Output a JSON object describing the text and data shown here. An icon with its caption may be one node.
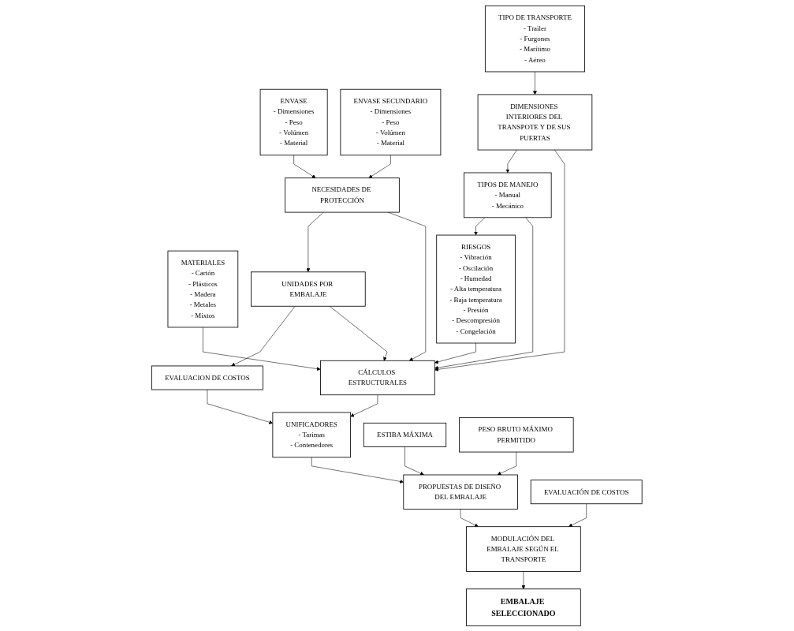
{
  "diagram": {
    "nodes": [
      {
        "text": [
          "ENVASE",
          "- Dimensiones",
          "- Peso",
          "- Volúmen",
          "- Material"
        ]
      },
      {
        "text": [
          "ENVASE SECUNDARIO",
          "- Dimensiones",
          "- Peso",
          "- Volúmen",
          "- Material"
        ]
      },
      {
        "text": [
          "MATERIALES",
          "- Cartón",
          "- Plásticos",
          "- Madera",
          "- Metales",
          "- Mixtos"
        ]
      },
      {
        "text": [
          "TIPO DE TRANSPORTE",
          "- Trailer",
          "- Furgones",
          "- Marítimo",
          "- Aéreo"
        ]
      },
      {
        "text": [
          "NECESIDADES DE PROTECCIÓN"
        ]
      },
      {
        "text": [
          "CÁLCULOS ESTRUCTURALES"
        ]
      },
      {
        "text": [
          "DIMENSIONES INTERIORES DEL TRANSPOTE Y DE SUS PUERTAS"
        ]
      },
      {
        "text": [
          "UNIDADES POR EMBALAJE"
        ]
      },
      {
        "text": [
          "EVALUACION DE COSTOS"
        ]
      },
      {
        "text": [
          "UNIFICADORES",
          "- Tarimas",
          "- Contenedores"
        ]
      },
      {
        "text": [
          "TIPOS DE MANEJO",
          "- Manual",
          "- Mecánico"
        ]
      },
      {
        "text": [
          "ESTIBA MÁXIMA"
        ]
      },
      {
        "text": [
          "PESO BRUTO MÁXIMO PERMITIDO"
        ]
      },
      {
        "text": [
          "PROPUESTAS DE DISEÑO DEL EMBALAJE"
        ]
      },
      {
        "text": [
          "RIESGOS",
          "- Vibración",
          "- Oscilación",
          "- Humedad",
          "- Alta temperatura",
          "- Baja temperatura",
          "- Presión",
          "- Descompresión",
          "- Congelación"
        ]
      },
      {
        "text": [
          "EVALUACIÓN DE COSTOS"
        ]
      },
      {
        "text": [
          "MODULACIÓN DEL EMBALAJE SEGÚN EL TRANSPORTE"
        ]
      },
      {
        "text": [
          "EMBALAJE SELECCIONADO"
        ]
      }
    ],
    "edges": [
      {
        "from": 0,
        "to": 4,
        "arrow": "to"
      },
      {
        "from": 1,
        "to": 4,
        "arrow": "to"
      },
      {
        "from": 2,
        "to": 5,
        "arrow": "to"
      },
      {
        "from": 3,
        "to": 6,
        "arrow": "to"
      },
      {
        "from": 4,
        "to": 5,
        "arrow": "to"
      },
      {
        "from": 6,
        "to": 5,
        "arrow": "to"
      },
      {
        "from": 4,
        "to": 7,
        "arrow": "to"
      },
      {
        "from": 7,
        "to": 5,
        "arrow": "to"
      },
      {
        "from": 5,
        "to": 9,
        "arrow": "to"
      },
      {
        "from": 6,
        "to": 10,
        "arrow": "to"
      },
      {
        "from": 7,
        "to": 8,
        "arrow": "to"
      },
      {
        "from": 8,
        "to": 9,
        "arrow": "to"
      },
      {
        "from": 10,
        "to": 5,
        "arrow": "to"
      },
      {
        "from": 10,
        "to": 14,
        "arrow": "to"
      },
      {
        "from": 14,
        "to": 5,
        "arrow": "to"
      },
      {
        "from": 9,
        "to": 13,
        "arrow": "to"
      },
      {
        "from": 11,
        "to": 13,
        "arrow": "to"
      },
      {
        "from": 12,
        "to": 13,
        "arrow": "to"
      },
      {
        "from": 13,
        "to": 16,
        "arrow": "to"
      },
      {
        "from": 15,
        "to": 16,
        "arrow": "to"
      },
      {
        "from": 16,
        "to": 17,
        "arrow": "to"
      }
    ]
  }
}
